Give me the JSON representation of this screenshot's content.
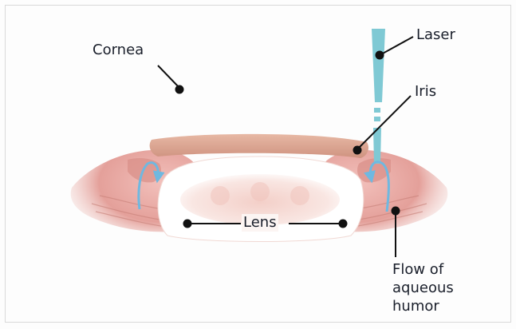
{
  "labels": {
    "cornea": "Cornea",
    "laser": "Laser",
    "iris": "Iris",
    "lens": "Lens",
    "flow_line1": "Flow of",
    "flow_line2": "aqueous",
    "flow_line3": "humor"
  },
  "colors": {
    "cornea_band": "#d9a28e",
    "iris_tissue": "#e8a9a4",
    "iris_dark": "#c87a72",
    "lens": "#ffffff",
    "lens_inner": "#f6dcd6",
    "laser": "#7fc9d4",
    "flow_arrow": "#6fb8e0",
    "label_text": "#1a1f2b",
    "leader_line": "#111111"
  }
}
